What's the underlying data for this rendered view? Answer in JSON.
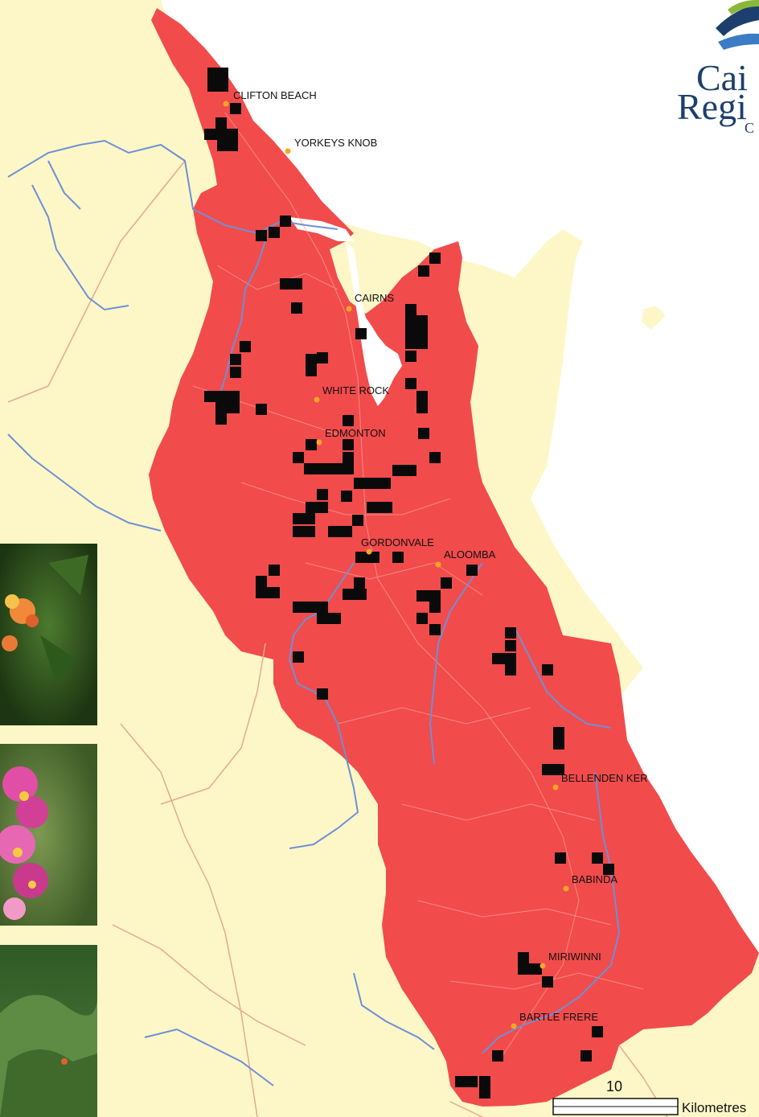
{
  "colors": {
    "land": "#fdf7c8",
    "region": "#f24b4b",
    "occurrence": "#0a0a0a",
    "river": "#6f8fd6",
    "road": "#e7a88e",
    "town": "#f5a623",
    "logo": "#1c3f6e"
  },
  "logo": {
    "line1": "Cai",
    "line2": "Regi",
    "line3": "C"
  },
  "towns": [
    {
      "id": "clifton-beach",
      "name": "CLIFTON BEACH"
    },
    {
      "id": "yorkeys-knob",
      "name": "YORKEYS KNOB"
    },
    {
      "id": "cairns",
      "name": "CAIRNS"
    },
    {
      "id": "white-rock",
      "name": "WHITE ROCK"
    },
    {
      "id": "edmonton",
      "name": "EDMONTON"
    },
    {
      "id": "gordonvale",
      "name": "GORDONVALE"
    },
    {
      "id": "aloomba",
      "name": "ALOOMBA"
    },
    {
      "id": "bellenden-ker",
      "name": "BELLENDEN KER"
    },
    {
      "id": "babinda",
      "name": "BABINDA"
    },
    {
      "id": "miriwinni",
      "name": "MIRIWINNI"
    },
    {
      "id": "bartle-frere",
      "name": "BARTLE FRERE"
    }
  ],
  "scalebar": {
    "value": "10",
    "unit": "Kilometres"
  },
  "photos": [
    {
      "id": "photo-orange-flowers",
      "icon": "lantana-orange-flowers"
    },
    {
      "id": "photo-pink-flowers",
      "icon": "lantana-pink-flowers"
    },
    {
      "id": "photo-shrub",
      "icon": "lantana-shrub"
    }
  ]
}
